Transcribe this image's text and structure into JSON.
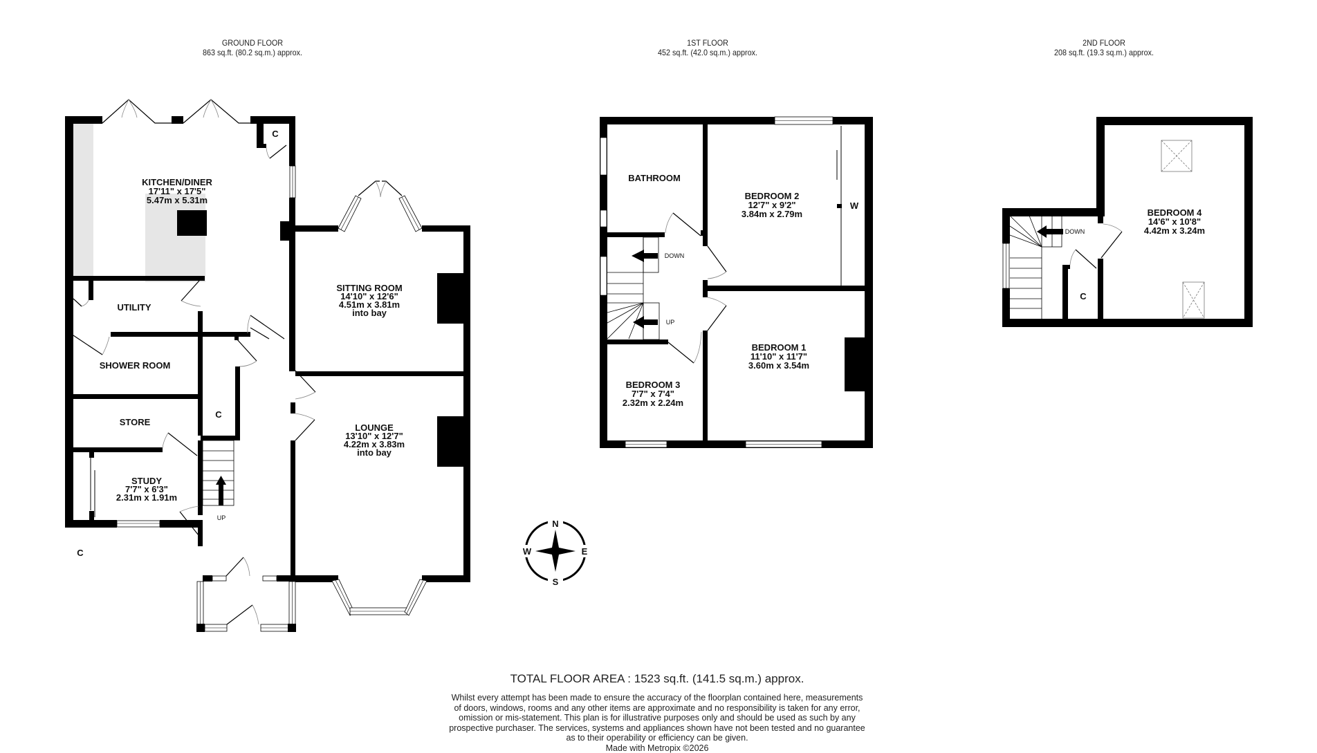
{
  "floors": [
    {
      "name": "GROUND FLOOR",
      "area": "863 sq.ft. (80.2 sq.m.) approx."
    },
    {
      "name": "1ST FLOOR",
      "area": "452 sq.ft. (42.0 sq.m.) approx."
    },
    {
      "name": "2ND FLOOR",
      "area": "208 sq.ft. (19.3 sq.m.) approx."
    }
  ],
  "rooms": {
    "kitchen": {
      "name": "KITCHEN/DINER",
      "imperial": "17'11\"  x 17'5\"",
      "metric": "5.47m  x 5.31m"
    },
    "sitting": {
      "name": "SITTING ROOM",
      "imperial": "14'10\"  x 12'6\"",
      "metric": "4.51m  x 3.81m",
      "note": "into bay"
    },
    "lounge": {
      "name": "LOUNGE",
      "imperial": "13'10\"  x 12'7\"",
      "metric": "4.22m  x 3.83m",
      "note": "into bay"
    },
    "utility": {
      "name": "UTILITY"
    },
    "shower": {
      "name": "SHOWER ROOM"
    },
    "store": {
      "name": "STORE"
    },
    "study": {
      "name": "STUDY",
      "imperial": "7'7\"  x 6'3\"",
      "metric": "2.31m  x 1.91m"
    },
    "bathroom": {
      "name": "BATHROOM"
    },
    "bedroom1": {
      "name": "BEDROOM 1",
      "imperial": "11'10\"  x 11'7\"",
      "metric": "3.60m  x 3.54m"
    },
    "bedroom2": {
      "name": "BEDROOM 2",
      "imperial": "12'7\"  x 9'2\"",
      "metric": "3.84m  x 2.79m"
    },
    "bedroom3": {
      "name": "BEDROOM 3",
      "imperial": "7'7\"  x 7'4\"",
      "metric": "2.32m  x 2.24m"
    },
    "bedroom4": {
      "name": "BEDROOM 4",
      "imperial": "14'6\"  x 10'8\"",
      "metric": "4.42m  x 3.24m"
    }
  },
  "labels": {
    "cupboard": "C",
    "wardrobe": "W",
    "up": "UP",
    "down": "DOWN"
  },
  "compass": {
    "n": "N",
    "s": "S",
    "e": "E",
    "w": "W"
  },
  "footer": {
    "total": "TOTAL FLOOR AREA : 1523 sq.ft. (141.5 sq.m.) approx.",
    "disclaimer": [
      "Whilst every attempt has been made to ensure the accuracy of the floorplan contained here, measurements",
      "of doors, windows, rooms and any other items are approximate and no responsibility is taken for any error,",
      "omission or mis-statement. This plan is for illustrative purposes only and should be used as such by any",
      "prospective purchaser. The services, systems and appliances shown have not been tested and no guarantee",
      "as to their operability or efficiency can be given."
    ],
    "credit": "Made with Metropix ©2026"
  },
  "colors": {
    "wall": "#000000",
    "worktop": "#e6e6e6",
    "background": "#ffffff"
  }
}
